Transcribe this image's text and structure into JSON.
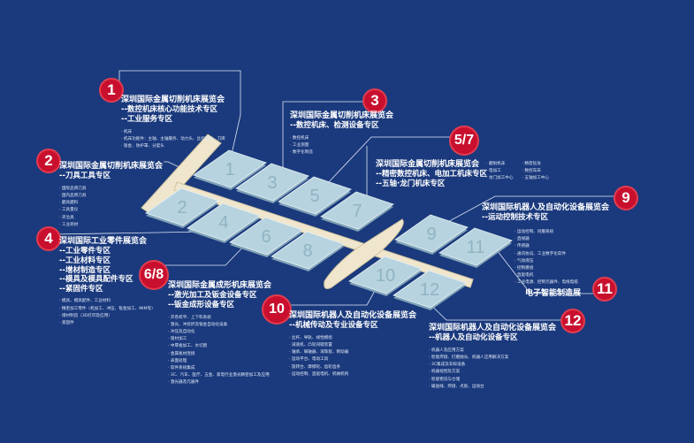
{
  "colors": {
    "background": "#1b3a7d",
    "hall": "#b7d3df",
    "corridor": "#efe6cd",
    "badge": "#c8102e"
  },
  "halls": [
    "1",
    "2",
    "3",
    "4",
    "5",
    "6",
    "7",
    "8",
    "9",
    "10",
    "11",
    "12"
  ],
  "zones": {
    "z1": {
      "badge": "1",
      "title": "深圳国际金属切削机床展览会",
      "subs": [
        "--数控机床核心功能技术专区",
        "--工业服务专区"
      ],
      "items": [
        "机床",
        "机床功能件：主轴、主轴服务、动力头、丝杠导轨、刀库",
        "钣金、防护罩、分度头"
      ]
    },
    "z2": {
      "badge": "2",
      "title": "深圳国际金属切削机床展览会",
      "subs": [
        "--刀具工具专区"
      ],
      "items": [
        "国际品牌刀具",
        "国内品牌刀具",
        "磨具磨料",
        "工具量仪",
        "夹治具",
        "工业耗材"
      ]
    },
    "z3": {
      "badge": "3",
      "title": "深圳国际金属切削机床展览会",
      "subs": [
        "--数控机床、检测设备专区"
      ],
      "items": [
        "数控机床",
        "工业测量",
        "数字化制造"
      ]
    },
    "z57": {
      "badge": "5/7",
      "title": "深圳国际金属切削机床展览会",
      "subs": [
        "--精密数控机床、电加工机床专区",
        "--五轴·龙门机床专区"
      ],
      "items": [
        "磨削机床",
        "精密钻攻",
        "电加工",
        "数控车床",
        "龙门加工中心",
        "五轴加工中心"
      ]
    },
    "z4": {
      "badge": "4",
      "title": "深圳国际工业零件展览会",
      "subs": [
        "--工业零件专区",
        "--工业材料专区",
        "--增材制造专区",
        "--模具及模具配件专区",
        "--紧固件专区"
      ],
      "items": [
        "模具、模具配件、工业材料",
        "精密加工零件（机加工、冲压、钣金加工、MIM等）",
        "增材制造（3D打印及应用）",
        "紧固件"
      ]
    },
    "z68": {
      "badge": "6/8",
      "title": "深圳国际金属成形机床展览会",
      "subs": [
        "--激光加工及钣金设备专区",
        "--钣金成形设备专区"
      ],
      "items": [
        "开卷校平、上下料系统",
        "激光、冲剪折及钣金自动化设备",
        "冲压及自动化",
        "钣材加工",
        "中厚板加工、水切割",
        "金属板材连接",
        "表面处理",
        "软件系统集成",
        "3C、汽车、医疗、五金、家电行业激光精密加工及应用",
        "激光器及元器件"
      ]
    },
    "z9": {
      "badge": "9",
      "title": "深圳国际机器人及自动化设备展览会",
      "subs": [
        "--运动控制技术专区"
      ],
      "items": [
        "运动控制、伺服系统",
        "直线器",
        "传感器",
        "通讯协议、工业数字化软件",
        "气动液压",
        "控制模组",
        "直驱电机",
        "工业电源、控制元器件、电线电缆"
      ]
    },
    "z10": {
      "badge": "10",
      "title": "深圳国际机器人及自动化设备展览会",
      "subs": [
        "--机械传动及专业设备专区"
      ],
      "items": [
        "丝杆、导轨、线性模组",
        "减速机、凸轮间歇装置",
        "轴承、联轴器、滚珠套、制动器",
        "运动平台、电动工具",
        "旋转台、摩擦轮、齿轮齿条",
        "运动控制、直驱电机、机械机构"
      ]
    },
    "z11": {
      "badge": "11",
      "title": "电子智能制造展"
    },
    "z12": {
      "badge": "12",
      "title": "深圳国际机器人及自动化设备展览会",
      "subs": [
        "--机器人及自动化设备专区"
      ],
      "items": [
        "机器人及应用方案",
        "智能焊接、打磨抛光、机器人应用解决方案",
        "3C集成及非标设备",
        "机器视觉及方案",
        "智能物流与仓储",
        "输送线、焊接、点胶、运动台"
      ]
    }
  }
}
